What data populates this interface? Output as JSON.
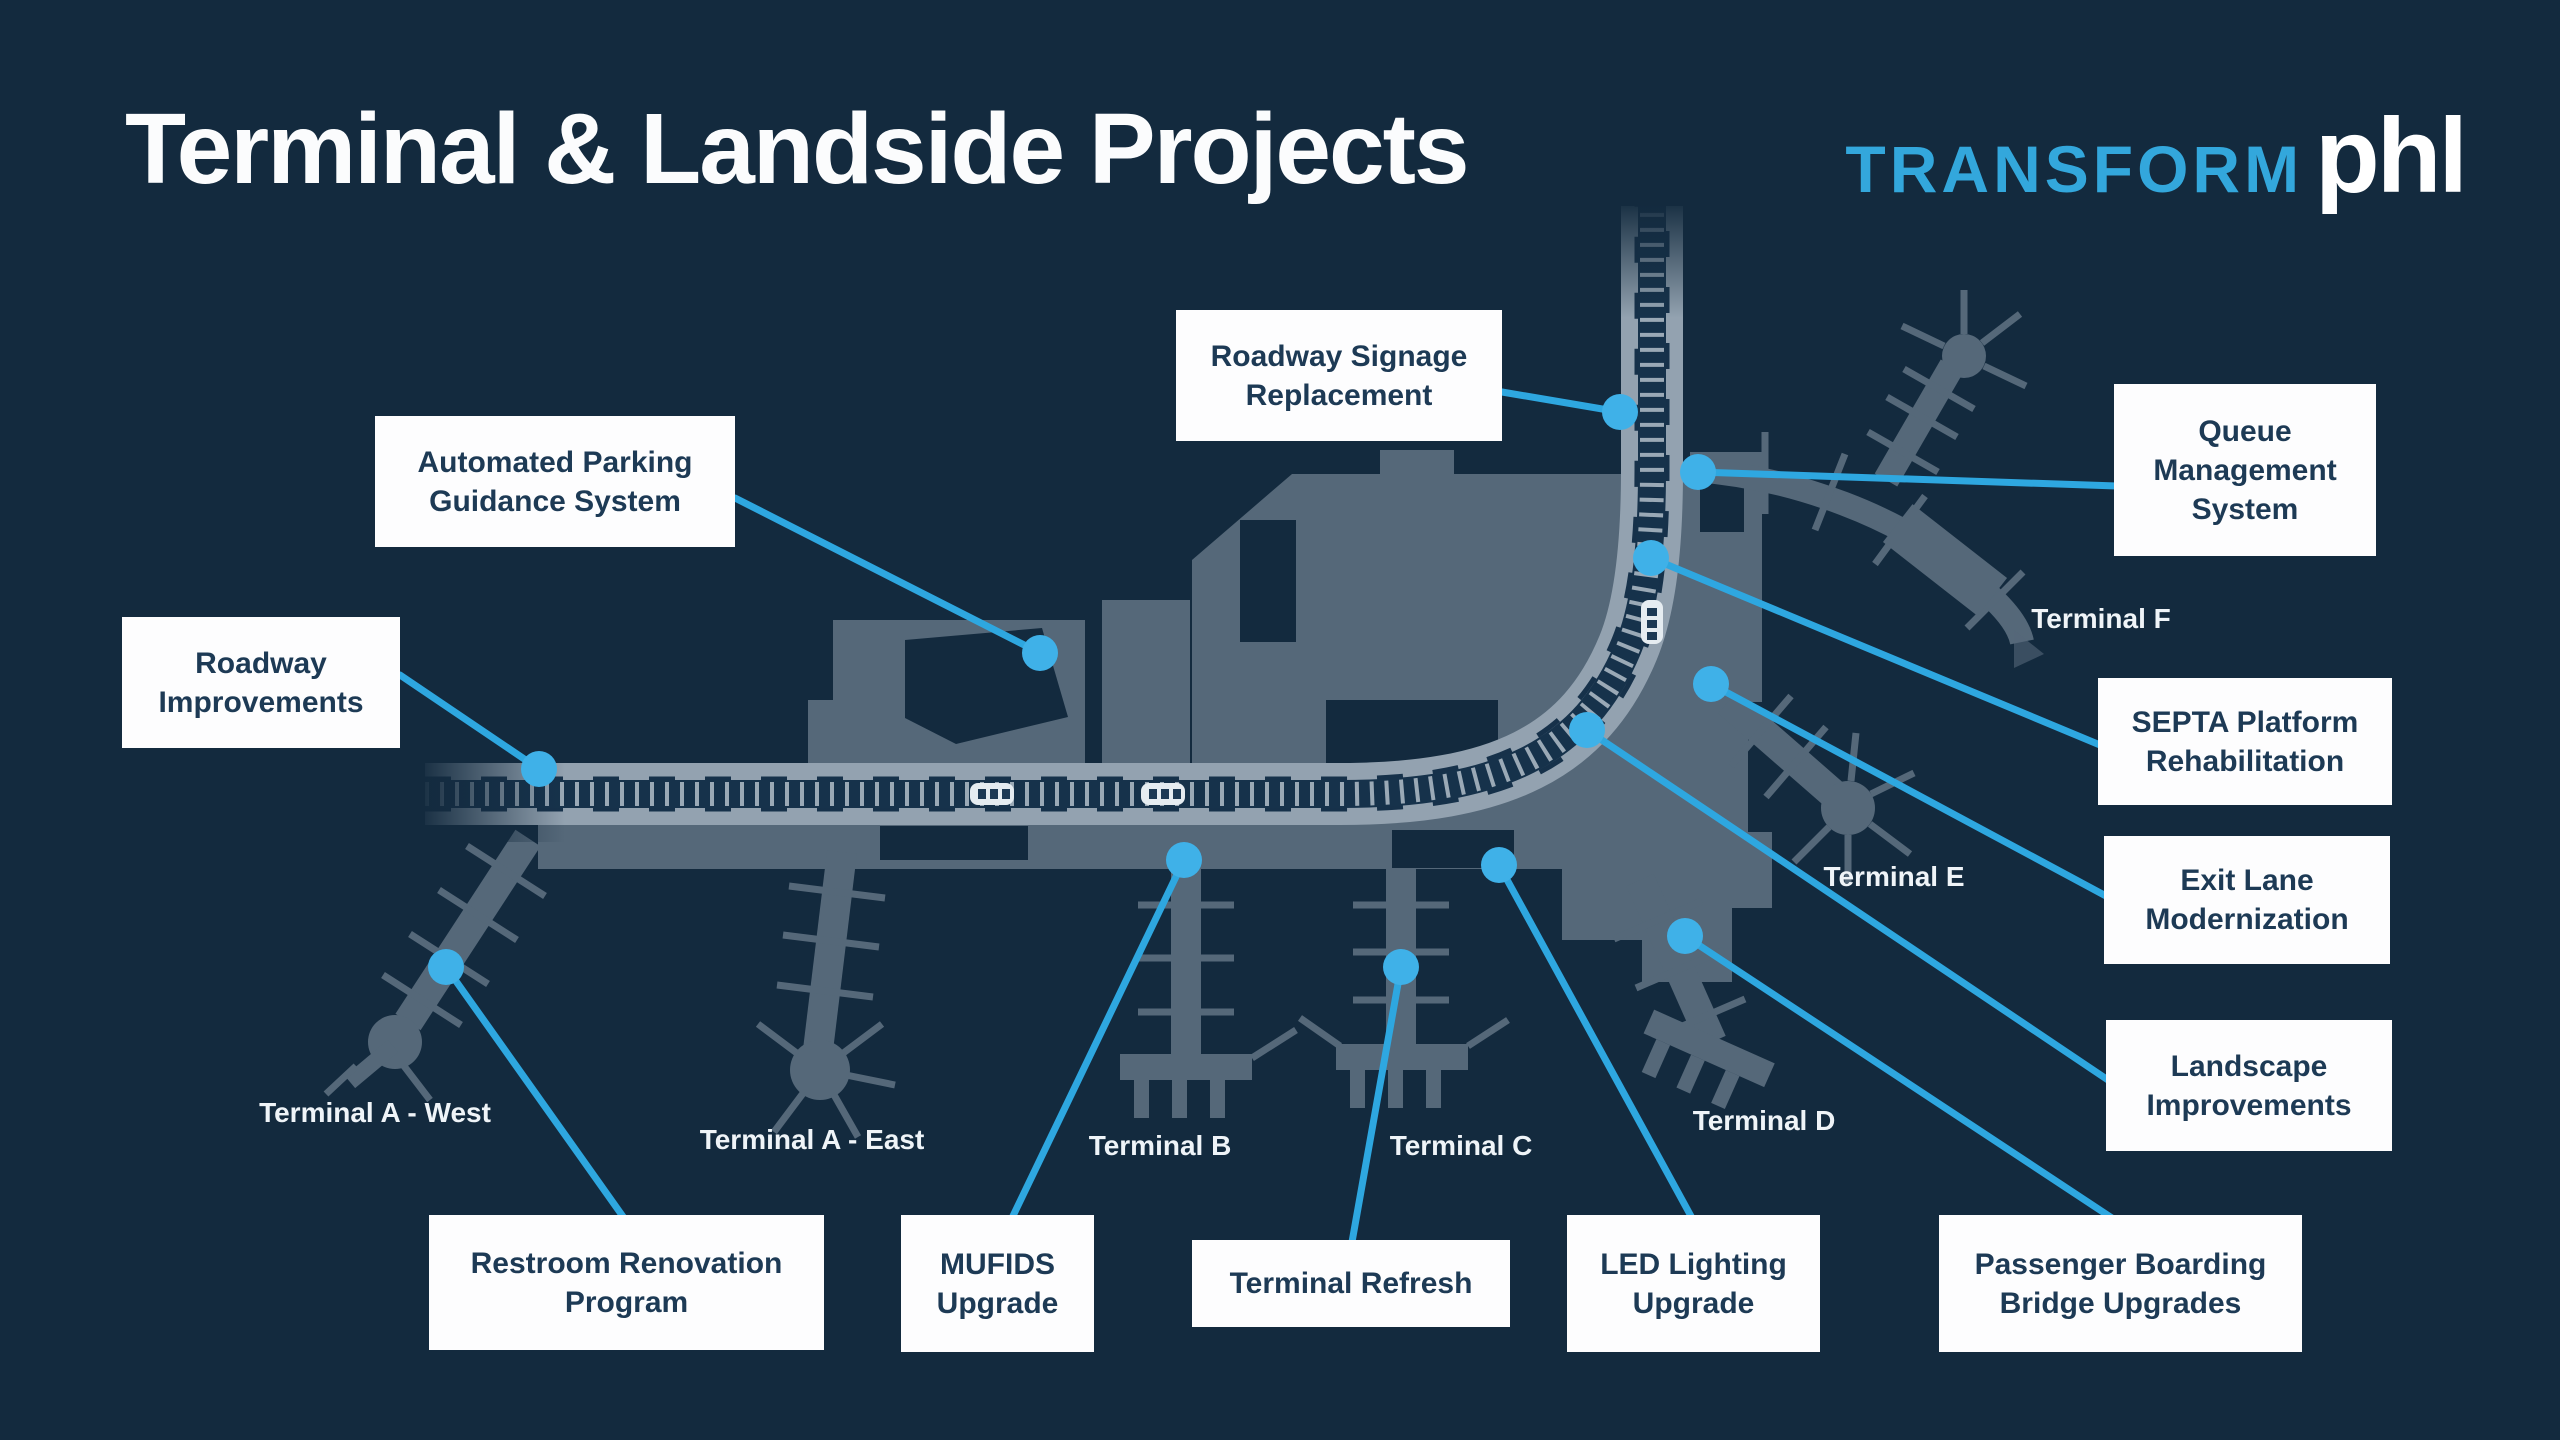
{
  "title": "Terminal & Landside Projects",
  "logo": {
    "brand": "TRANSFORM",
    "suffix": "phl"
  },
  "colors": {
    "background": "#132A3E",
    "accent_blue": "#2EA7E0",
    "dot_blue": "#3FB1E8",
    "map_gray": "#556879",
    "road_gray": "#93A2B0",
    "box_bg": "#FDFDFE",
    "box_text": "#1D3A55",
    "label_text": "#EFF4F8"
  },
  "projects": [
    {
      "id": "roadway-signage-replacement",
      "label": "Roadway Signage Replacement"
    },
    {
      "id": "automated-parking-guidance-system",
      "label": "Automated Parking Guidance System"
    },
    {
      "id": "roadway-improvements",
      "label": "Roadway Improvements"
    },
    {
      "id": "queue-management-system",
      "label": "Queue Management System"
    },
    {
      "id": "septa-platform-rehabilitation",
      "label": "SEPTA Platform Rehabilitation"
    },
    {
      "id": "exit-lane-modernization",
      "label": "Exit Lane Modernization"
    },
    {
      "id": "landscape-improvements",
      "label": "Landscape Improvements"
    },
    {
      "id": "restroom-renovation-program",
      "label": "Restroom Renovation Program"
    },
    {
      "id": "mufids-upgrade",
      "label": "MUFIDS Upgrade"
    },
    {
      "id": "terminal-refresh",
      "label": "Terminal Refresh"
    },
    {
      "id": "led-lighting-upgrade",
      "label": "LED Lighting Upgrade"
    },
    {
      "id": "passenger-boarding-bridge-upgrades",
      "label": "Passenger Boarding Bridge Upgrades"
    }
  ],
  "terminals": [
    {
      "name": "Terminal A - West"
    },
    {
      "name": "Terminal A - East"
    },
    {
      "name": "Terminal B"
    },
    {
      "name": "Terminal C"
    },
    {
      "name": "Terminal D"
    },
    {
      "name": "Terminal E"
    },
    {
      "name": "Terminal F"
    }
  ]
}
